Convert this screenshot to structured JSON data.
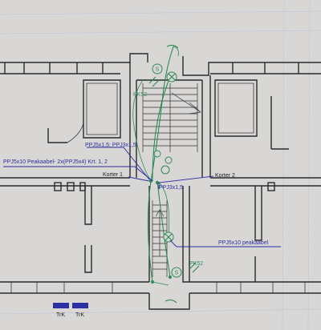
{
  "labels": {
    "cable_upper": "PPJ5x1,5; PPJ3x1,5",
    "feeder": "PPJ5x10 Peakaabel- 2x(PPJ5x4) Krt. 1, 2",
    "korter1": "Korter 1",
    "korter2": "Korter 2",
    "cable_middle": "PPJ3x1,5",
    "feeder_lower": "PPJ5x10 peakaabel",
    "pk_upper": "PK52",
    "pk_lower": "PK52",
    "sensor_upper": "S",
    "sensor_lower": "S",
    "trk_1": "TrK",
    "trk_2": "TrK"
  },
  "colors": {
    "paper": "#d9d7d6",
    "walls": "#2a2a2a",
    "annotation": "#2b2fa0",
    "wiring": "#2e8a52"
  }
}
